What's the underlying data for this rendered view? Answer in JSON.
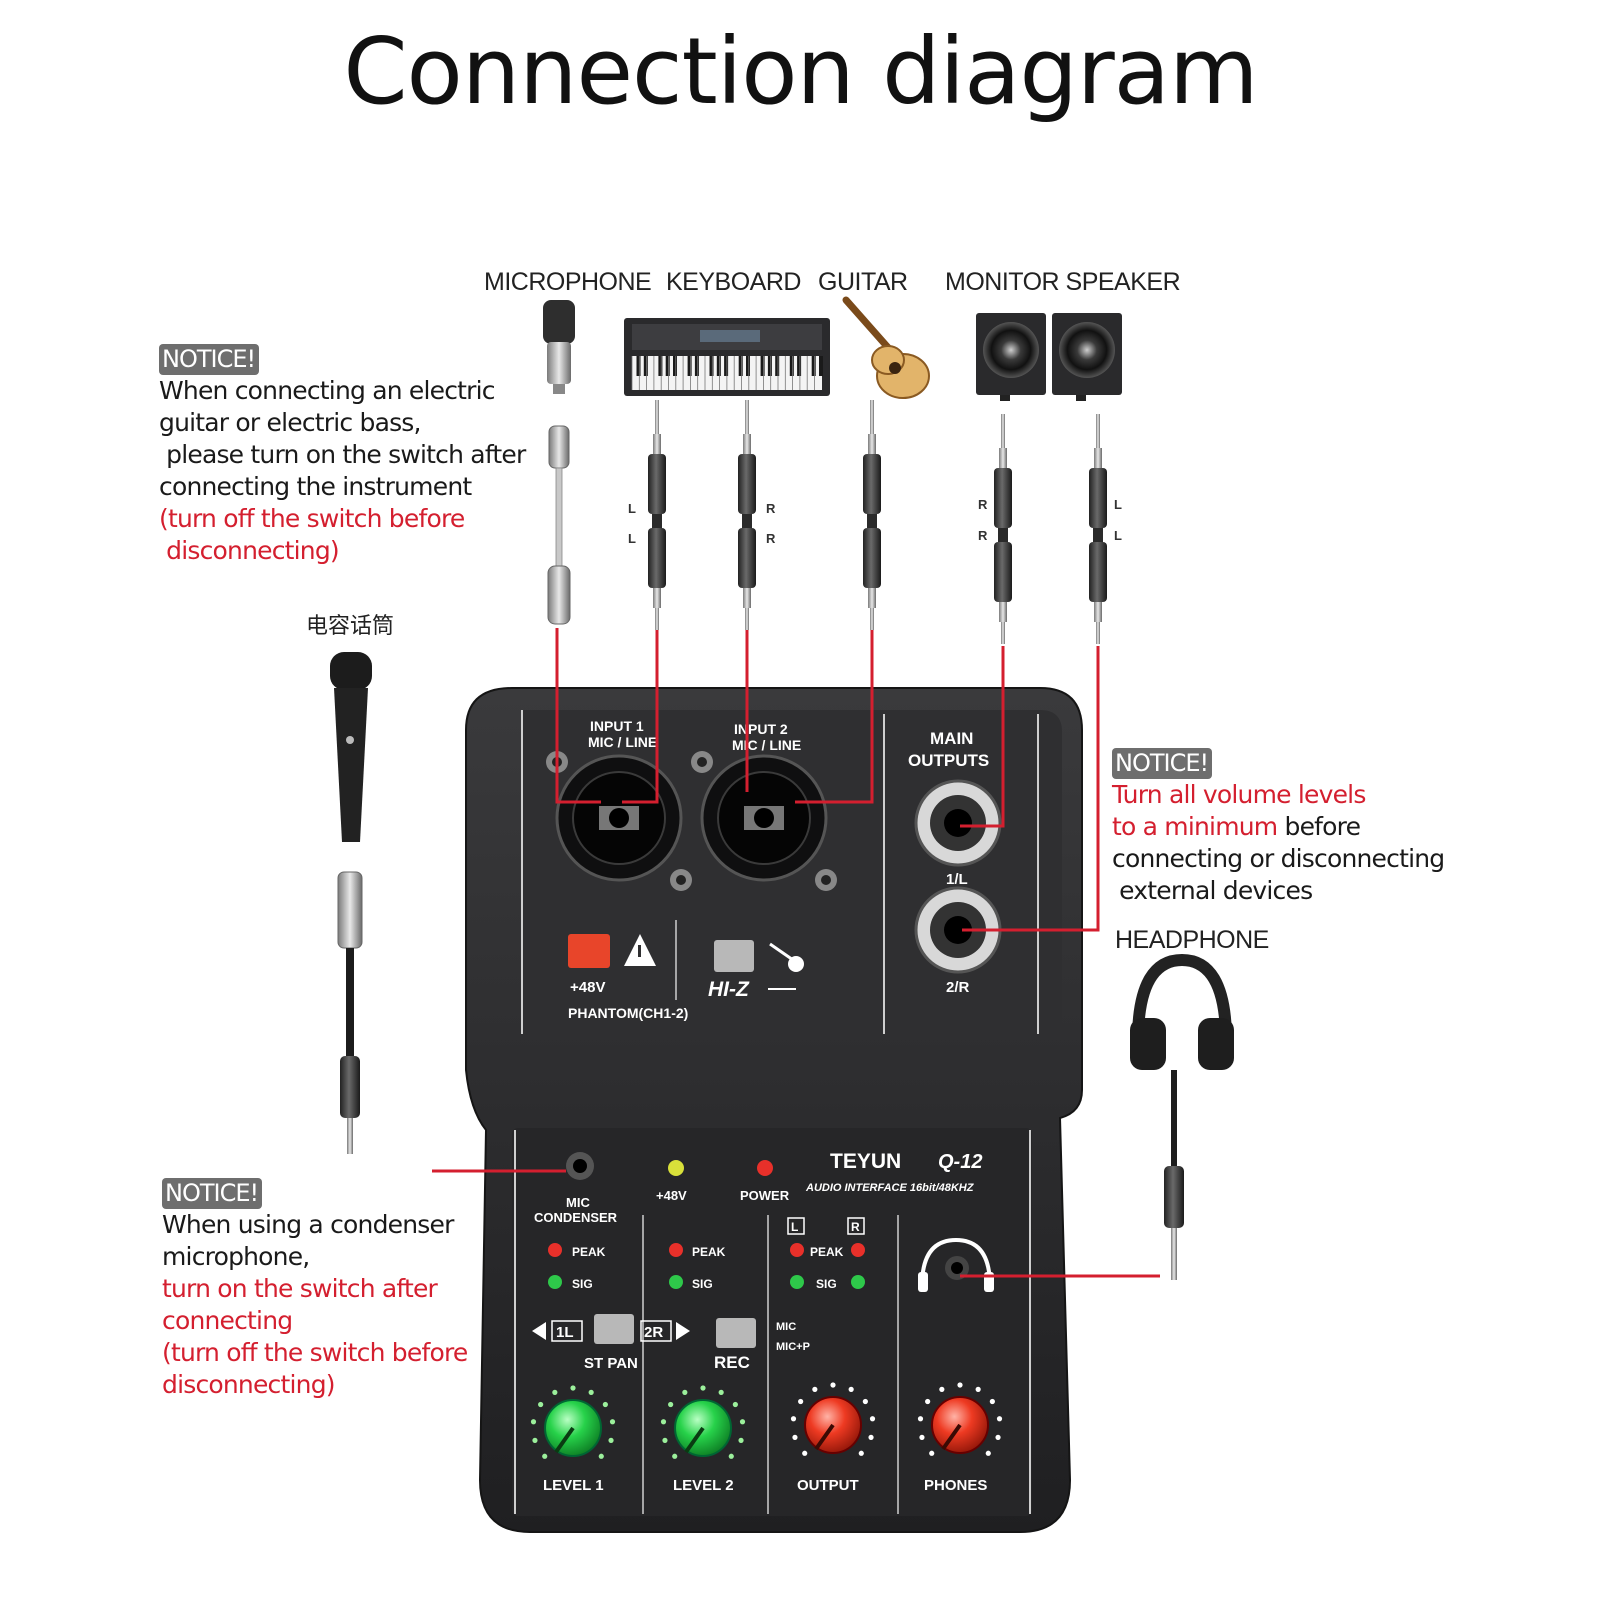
{
  "title": "Connection diagram",
  "devices": {
    "microphone": "MICROPHONE",
    "keyboard": "KEYBOARD",
    "guitar": "GUITAR",
    "monitor_speaker": "MONITOR SPEAKER",
    "headphone": "HEADPHONE",
    "condenser_mic": "电容话筒"
  },
  "channel_marks": {
    "kb_left": "L",
    "kb_right": "R",
    "spk_right": "R",
    "spk_left": "L"
  },
  "notices": {
    "badge": "NOTICE!",
    "guitar": {
      "line1": "When connecting an electric",
      "line2": "guitar or electric bass,",
      "line3": " please turn on the switch after",
      "line4": "connecting the instrument",
      "line5": "(turn off the switch before",
      "line6": " disconnecting)"
    },
    "volume": {
      "line1": "Turn all volume levels",
      "line2a": "to a minimum",
      "line2b": " before",
      "line3": "connecting or disconnecting",
      "line4": " external devices"
    },
    "condenser": {
      "line1": "When using a condenser",
      "line2": "microphone,",
      "line3": "turn on the switch after",
      "line4": "connecting",
      "line5": "(turn off the switch before",
      "line6": "disconnecting)"
    }
  },
  "panel": {
    "input1": "INPUT 1",
    "input2": "INPUT 2",
    "mic_line": "MIC / LINE",
    "main": "MAIN",
    "outputs": "OUTPUTS",
    "out_1l": "1/L",
    "out_2r": "2/R",
    "phantom_48": "+48V",
    "phantom": "PHANTOM(CH1-2)",
    "hiz": "HI-Z",
    "brand": "TEYUN",
    "model": "Q-12",
    "subtitle": "AUDIO INTERFACE 16bit/48KHZ",
    "mic": "MIC",
    "condenser": "CONDENSER",
    "led_48v": "+48V",
    "led_power": "POWER",
    "peak": "PEAK",
    "sig": "SIG",
    "l": "L",
    "r": "R",
    "pan_1l": "1L",
    "pan_2r": "2R",
    "st_pan": "ST PAN",
    "rec": "REC",
    "rec_mic": "MIC",
    "rec_micp": "MIC+P",
    "level1": "LEVEL 1",
    "level2": "LEVEL 2",
    "output": "OUTPUT",
    "phones": "PHONES"
  },
  "colors": {
    "wire": "#d41f2f",
    "notice_red": "#d41f2f",
    "knob_green": "#1fbf3a",
    "knob_red": "#e02a1a",
    "phantom_button": "#e8452a",
    "device_body": "#2b2b2d"
  }
}
